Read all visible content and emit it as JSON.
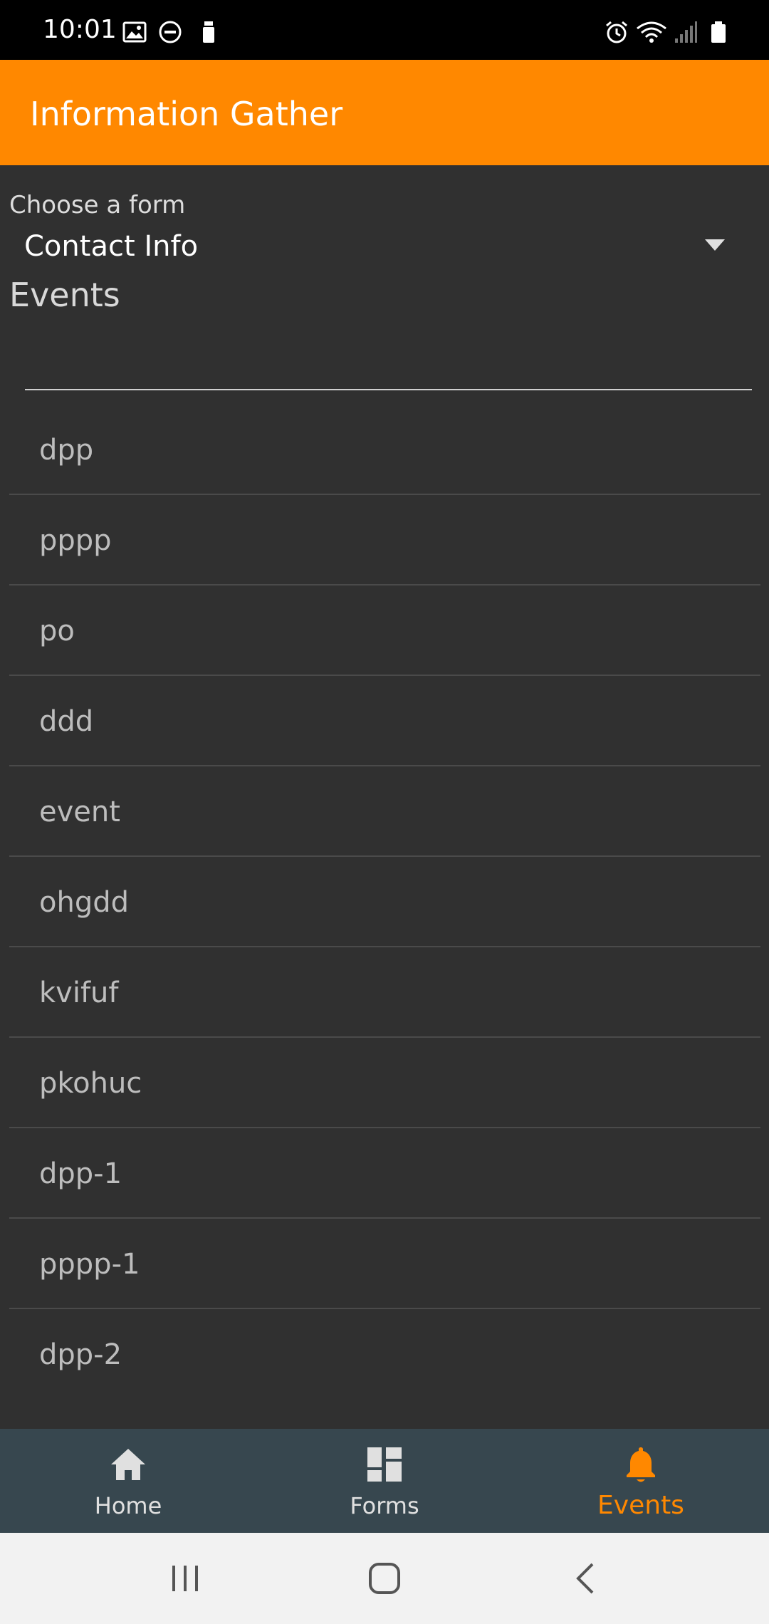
{
  "status_bar": {
    "time": "10:01"
  },
  "app_bar": {
    "title": "Information Gather"
  },
  "form_picker": {
    "label": "Choose a form",
    "selected": "Contact Info"
  },
  "events": {
    "heading": "Events",
    "search_value": "",
    "items": [
      {
        "label": "dpp"
      },
      {
        "label": "pppp"
      },
      {
        "label": "po"
      },
      {
        "label": "ddd"
      },
      {
        "label": "event"
      },
      {
        "label": "ohgdd"
      },
      {
        "label": "kvifuf"
      },
      {
        "label": "pkohuc"
      },
      {
        "label": "dpp-1"
      },
      {
        "label": "pppp-1"
      },
      {
        "label": "dpp-2"
      }
    ]
  },
  "bottom_nav": {
    "items": [
      {
        "label": "Home",
        "icon": "home-icon",
        "active": false
      },
      {
        "label": "Forms",
        "icon": "dashboard-icon",
        "active": false
      },
      {
        "label": "Events",
        "icon": "bell-icon",
        "active": true
      }
    ]
  },
  "colors": {
    "accent": "#ff8800",
    "background": "#303030",
    "bottom_nav_bg": "#37474f",
    "list_text": "#bdbdbd",
    "divider": "#4a4a4a"
  }
}
